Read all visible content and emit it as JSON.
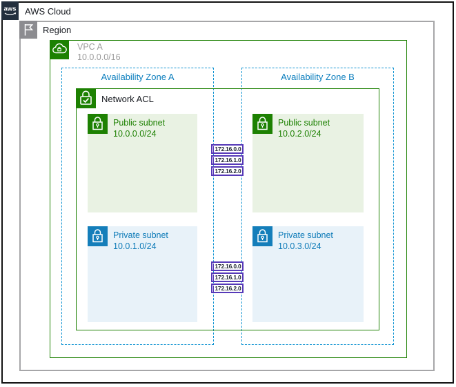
{
  "diagram": {
    "aws_cloud_label": "AWS Cloud",
    "aws_logo_text": "aws",
    "region_label": "Region",
    "vpc_label": "VPC A",
    "vpc_cidr": "10.0.0.0/16",
    "az_a_label": "Availability Zone A",
    "az_b_label": "Availability Zone B",
    "network_acl_label": "Network ACL",
    "subnets": [
      {
        "zone": "A",
        "type": "public",
        "label": "Public subnet",
        "cidr": "10.0.0.0/24"
      },
      {
        "zone": "A",
        "type": "private",
        "label": "Private subnet",
        "cidr": "10.0.1.0/24"
      },
      {
        "zone": "B",
        "type": "public",
        "label": "Public subnet",
        "cidr": "10.0.2.0/24"
      },
      {
        "zone": "B",
        "type": "private",
        "label": "Private subnet",
        "cidr": "10.0.3.0/24"
      }
    ],
    "acl_entries_top": [
      "172.16.0.0",
      "172.16.1.0",
      "172.16.2.0"
    ],
    "acl_entries_bottom": [
      "172.16.0.0",
      "172.16.1.0",
      "172.16.2.0"
    ],
    "colors": {
      "green": "#1d8102",
      "blue": "#147eba",
      "az_blue": "#0f93d2",
      "purple": "#5639b8",
      "navy": "#232f3e",
      "gray": "#8c8c90",
      "public_fill": "#e9f2e3",
      "private_fill": "#e8f2f9"
    }
  }
}
